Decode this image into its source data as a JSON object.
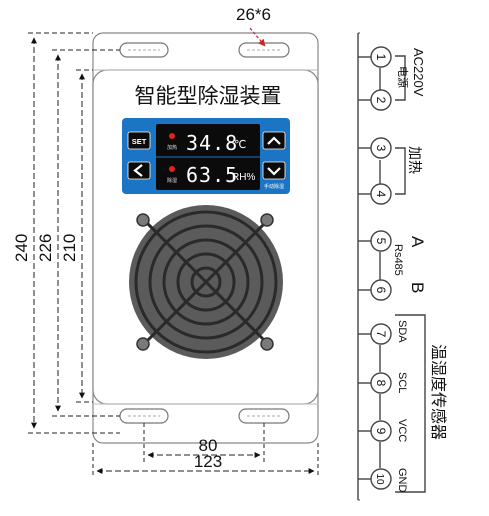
{
  "device": {
    "title": "智能型除湿装置",
    "temp_value": "34.8",
    "temp_unit": "℃",
    "hum_value": "63.5",
    "hum_unit": "RH%",
    "set_label": "SET",
    "led1_label": "加热",
    "led2_label": "除湿",
    "corner_label": "手动除湿",
    "panel_color": "#1b74c4",
    "screen_color": "#0b0b0b",
    "led_digit_color": "#ffffff",
    "led_dot_color": "#e0241b"
  },
  "dimensions": {
    "top_slot": "26*6",
    "height_total": "240",
    "height_mid": "226",
    "height_inner": "210",
    "width_holes": "80",
    "width_total": "123"
  },
  "terminals": {
    "pins": [
      "1",
      "2",
      "3",
      "4",
      "5",
      "6",
      "7",
      "8",
      "9",
      "10"
    ],
    "power_line1": "AC220V",
    "power_line2": "电源",
    "heat": "加热",
    "rs_a": "A",
    "rs_b": "B",
    "rs_name": "Rs485",
    "sensor_name": "温湿度传感器",
    "sda": "SDA",
    "scl": "SCL",
    "vcc": "VCC",
    "gnd": "GND"
  }
}
